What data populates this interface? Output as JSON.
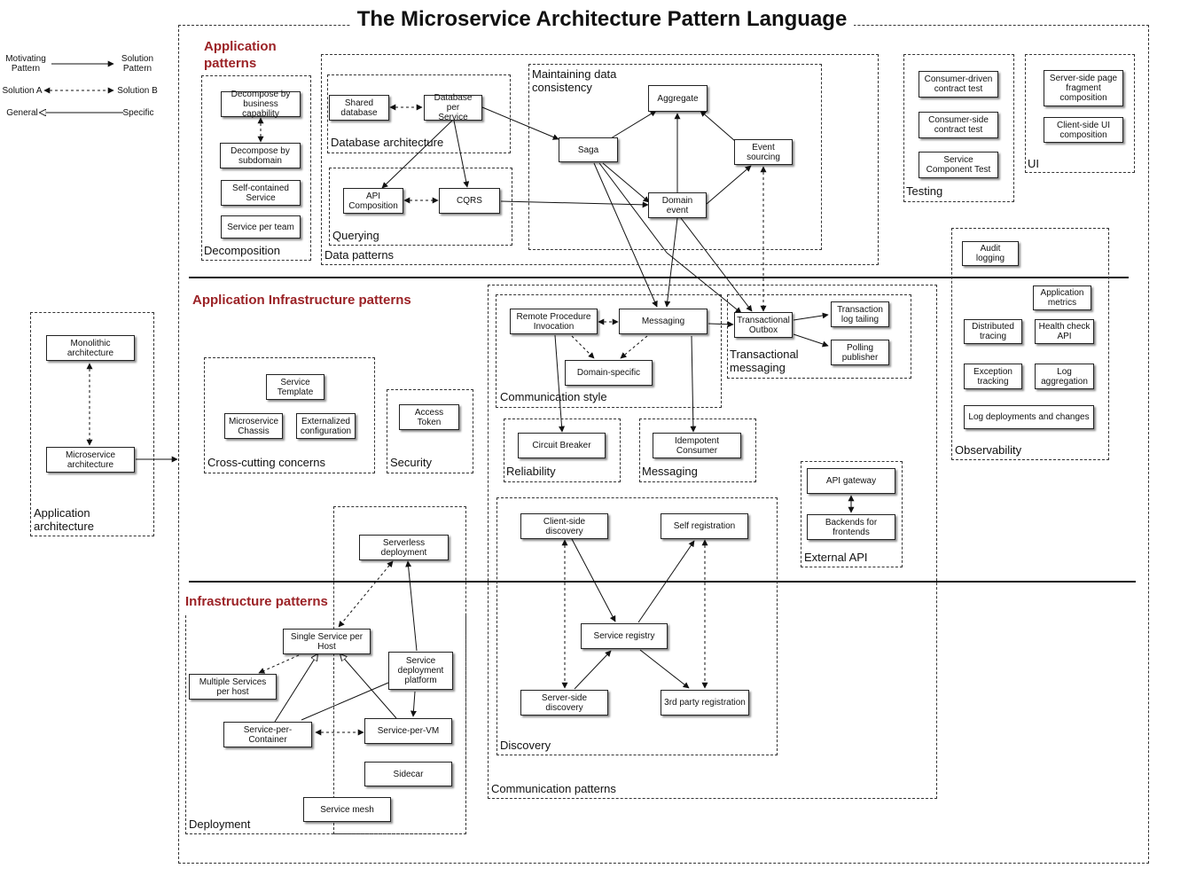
{
  "title": "The Microservice Architecture Pattern Language",
  "legend": {
    "motivating": "Motivating\nPattern",
    "solution_pattern": "Solution\nPattern",
    "solution_a": "Solution A",
    "solution_b": "Solution B",
    "general": "General",
    "specific": "Specific"
  },
  "sections": {
    "application": "Application\npatterns",
    "app_infra": "Application Infrastructure patterns",
    "infra": "Infrastructure patterns"
  },
  "groups": {
    "decomposition": "Decomposition",
    "database_architecture": "Database architecture",
    "querying": "Querying",
    "data_patterns": "Data patterns",
    "maintaining_consistency": "Maintaining data\nconsistency",
    "testing": "Testing",
    "ui": "UI",
    "observability": "Observability",
    "application_architecture": "Application\narchitecture",
    "cross_cutting": "Cross-cutting concerns",
    "security": "Security",
    "communication_style": "Communication style",
    "transactional_messaging": "Transactional\nmessaging",
    "reliability": "Reliability",
    "messaging": "Messaging",
    "external_api": "External API",
    "discovery": "Discovery",
    "communication_patterns": "Communication patterns",
    "deployment": "Deployment"
  },
  "nodes": {
    "decompose_capability": "Decompose by\nbusiness capability",
    "decompose_subdomain": "Decompose by\nsubdomain",
    "self_contained": "Self-contained\nService",
    "service_per_team": "Service per team",
    "shared_database": "Shared\ndatabase",
    "database_per_service": "Database per\nService",
    "api_composition": "API\nComposition",
    "cqrs": "CQRS",
    "saga": "Saga",
    "aggregate": "Aggregate",
    "event_sourcing": "Event\nsourcing",
    "domain_event": "Domain event",
    "consumer_driven": "Consumer-driven\ncontract test",
    "consumer_side": "Consumer-side\ncontract test",
    "service_component_test": "Service\nComponent Test",
    "server_side_fragment": "Server-side page\nfragment\ncomposition",
    "client_side_ui": "Client-side  UI\ncomposition",
    "audit_logging": "Audit logging",
    "application_metrics": "Application\nmetrics",
    "distributed_tracing": "Distributed\ntracing",
    "health_check": "Health check\nAPI",
    "exception_tracking": "Exception\ntracking",
    "log_aggregation": "Log\naggregation",
    "log_deployments": "Log deployments and changes",
    "monolithic": "Monolithic\narchitecture",
    "microservice": "Microservice\narchitecture",
    "service_template": "Service\nTemplate",
    "microservice_chassis": "Microservice\nChassis",
    "externalized_config": "Externalized\nconfiguration",
    "access_token": "Access Token",
    "rpi": "Remote Procedure\nInvocation",
    "messaging": "Messaging",
    "domain_specific": "Domain-specific",
    "transactional_outbox": "Transactional\nOutbox",
    "transaction_log_tailing": "Transaction\nlog tailing",
    "polling_publisher": "Polling\npublisher",
    "circuit_breaker": "Circuit Breaker",
    "idempotent_consumer": "Idempotent\nConsumer",
    "api_gateway": "API gateway",
    "bff": "Backends for\nfrontends",
    "client_side_discovery": "Client-side discovery",
    "self_registration": "Self registration",
    "service_registry": "Service registry",
    "server_side_discovery": "Server-side\ndiscovery",
    "third_party_registration": "3rd party registration",
    "serverless": "Serverless\ndeployment",
    "single_service_host": "Single Service per\nHost",
    "multiple_services_host": "Multiple Services\nper host",
    "service_deployment_platform": "Service\ndeployment\nplatform",
    "service_per_container": "Service-per-\nContainer",
    "service_per_vm": "Service-per-VM",
    "sidecar": "Sidecar",
    "service_mesh": "Service mesh"
  },
  "colors": {
    "section_accent": "#9b2226",
    "line": "#111111"
  }
}
